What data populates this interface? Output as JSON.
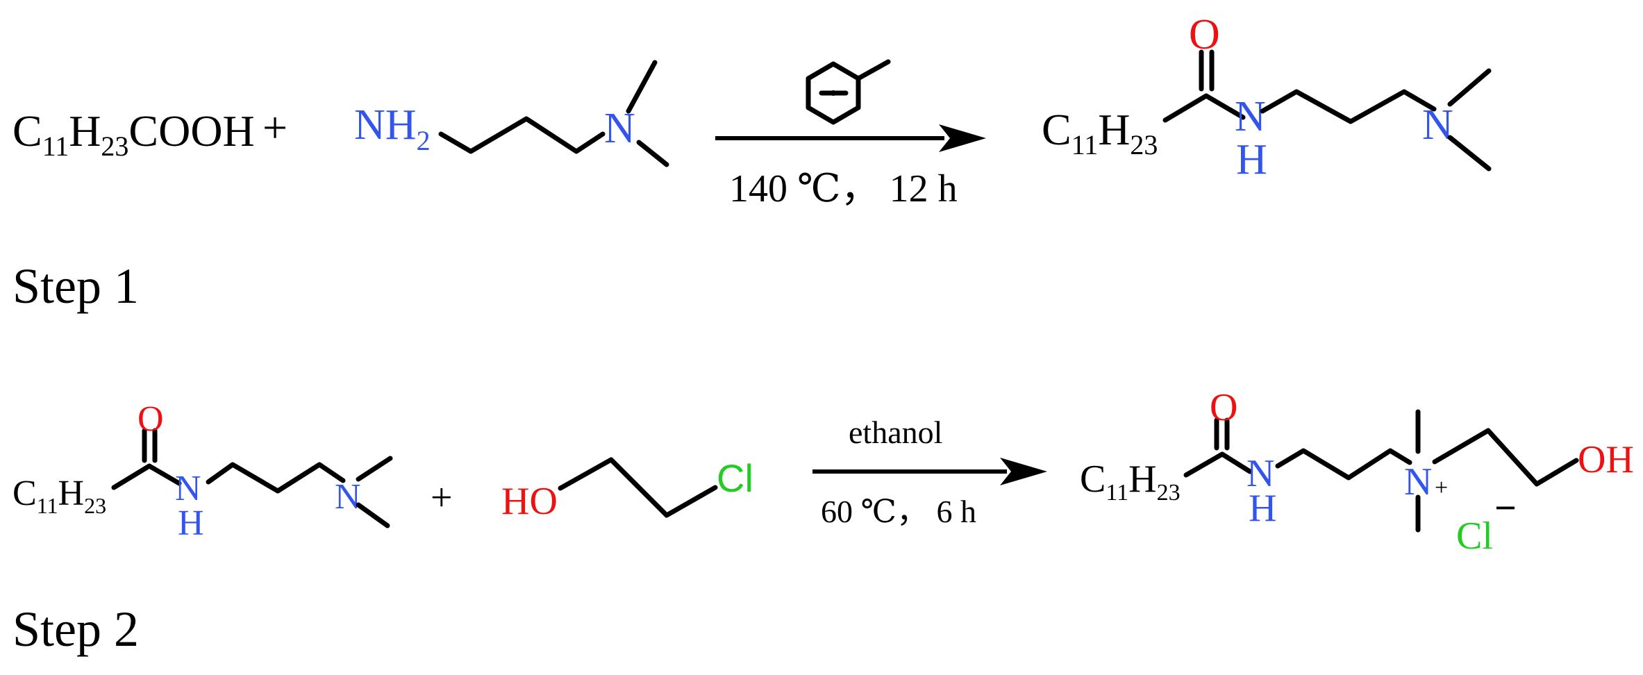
{
  "colors": {
    "black": "#000000",
    "nitrogen": "#3355ee",
    "oxygen": "#ee1111",
    "chlorine": "#22cc22"
  },
  "step1": {
    "label": "Step 1",
    "acid": {
      "main": "C",
      "sub1": "11",
      "mid": "H",
      "sub2": "23",
      "tail": "COOH"
    },
    "plus": "+",
    "amine": {
      "nh": "NH",
      "nh_sub": "2",
      "n": "N"
    },
    "solvent_icon": "toluene-icon",
    "conditions": "140 ℃， 12 h",
    "product": {
      "c": "C",
      "c_sub": "11",
      "h": "H",
      "h_sub": "23",
      "o": "O",
      "n_amide": "N",
      "h_amide": "H",
      "n_amine": "N"
    }
  },
  "step2": {
    "label": "Step 2",
    "reactant": {
      "c": "C",
      "c_sub": "11",
      "h": "H",
      "h_sub": "23",
      "o": "O",
      "n_amide": "N",
      "h_amide": "H",
      "n_amine": "N"
    },
    "plus": "+",
    "chloroethanol": {
      "ho": "HO",
      "cl": "Cl"
    },
    "reagent": "ethanol",
    "conditions": "60 ℃， 6 h",
    "product": {
      "c": "C",
      "c_sub": "11",
      "h": "H",
      "h_sub": "23",
      "o": "O",
      "n_amide": "N",
      "h_amide": "H",
      "n_quat": "N",
      "charge": "+",
      "oh": "OH",
      "cl": "Cl",
      "cl_charge": "−"
    }
  }
}
